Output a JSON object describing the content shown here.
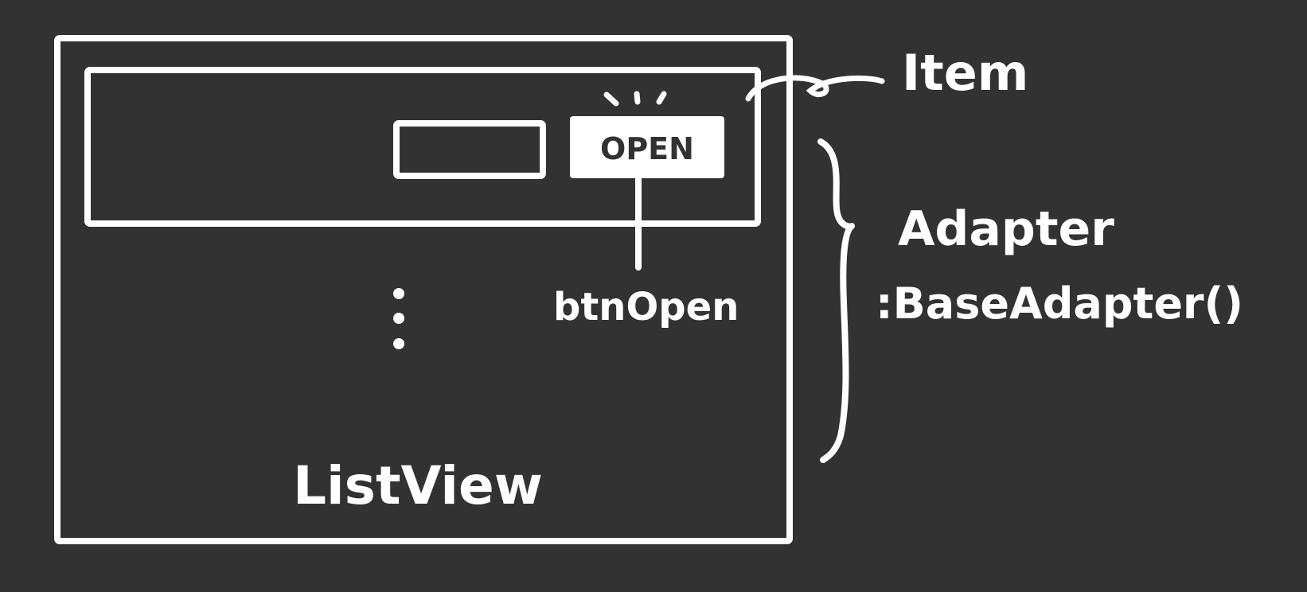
{
  "colors": {
    "background": "#323232",
    "stroke": "#ffffff",
    "button_fill": "#ffffff",
    "button_text": "#323232"
  },
  "listview": {
    "label": "ListView"
  },
  "item": {
    "label": "Item",
    "button": {
      "label": "OPEN",
      "callout": "btnOpen"
    }
  },
  "adapter": {
    "label_line1": "Adapter",
    "label_line2": ":BaseAdapter()"
  }
}
